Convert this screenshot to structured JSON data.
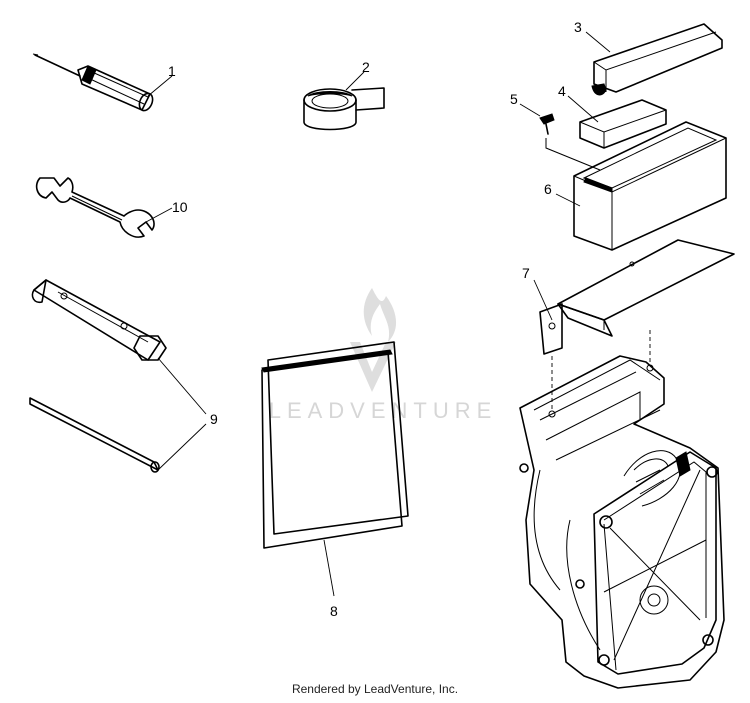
{
  "callouts": {
    "c1": "1",
    "c2": "2",
    "c3": "3",
    "c4": "4",
    "c5": "5",
    "c6": "6",
    "c7": "7",
    "c8": "8",
    "c9": "9",
    "c10": "10"
  },
  "watermark": {
    "text": "LEADVENTURE",
    "icon": "flame-logo-icon"
  },
  "footer": {
    "text": "Rendered by LeadVenture, Inc."
  },
  "colors": {
    "line": "#000000",
    "watermark": "#d6d6d6",
    "background": "#ffffff"
  }
}
